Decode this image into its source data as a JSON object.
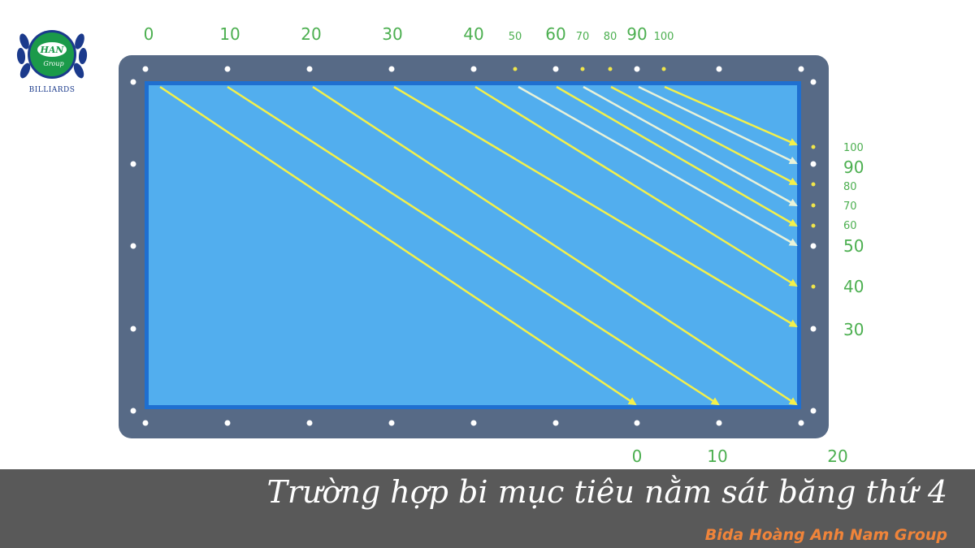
{
  "logo": {
    "monogram": "HAN",
    "group": "Group",
    "caption": "BILLIARDS"
  },
  "diagram": {
    "top_labels": [
      "0",
      "10",
      "20",
      "30",
      "40",
      "50",
      "60",
      "70",
      "80",
      "90",
      "100"
    ],
    "right_labels": [
      "100",
      "90",
      "80",
      "70",
      "60",
      "50",
      "40",
      "30"
    ],
    "bottom_labels": [
      "0",
      "10",
      "20"
    ],
    "colors": {
      "table_frame": "#576a86",
      "felt": "#52aeee",
      "cushion": "#1f6fd0",
      "arrow": "#f4f04a",
      "highlight_arrow": "#e8f2d8",
      "label": "#4caf50"
    }
  },
  "footer": {
    "caption": "Trường hợp bi mục tiêu nằm sát băng thứ 4",
    "brand": "Bida Hoàng Anh Nam Group"
  }
}
